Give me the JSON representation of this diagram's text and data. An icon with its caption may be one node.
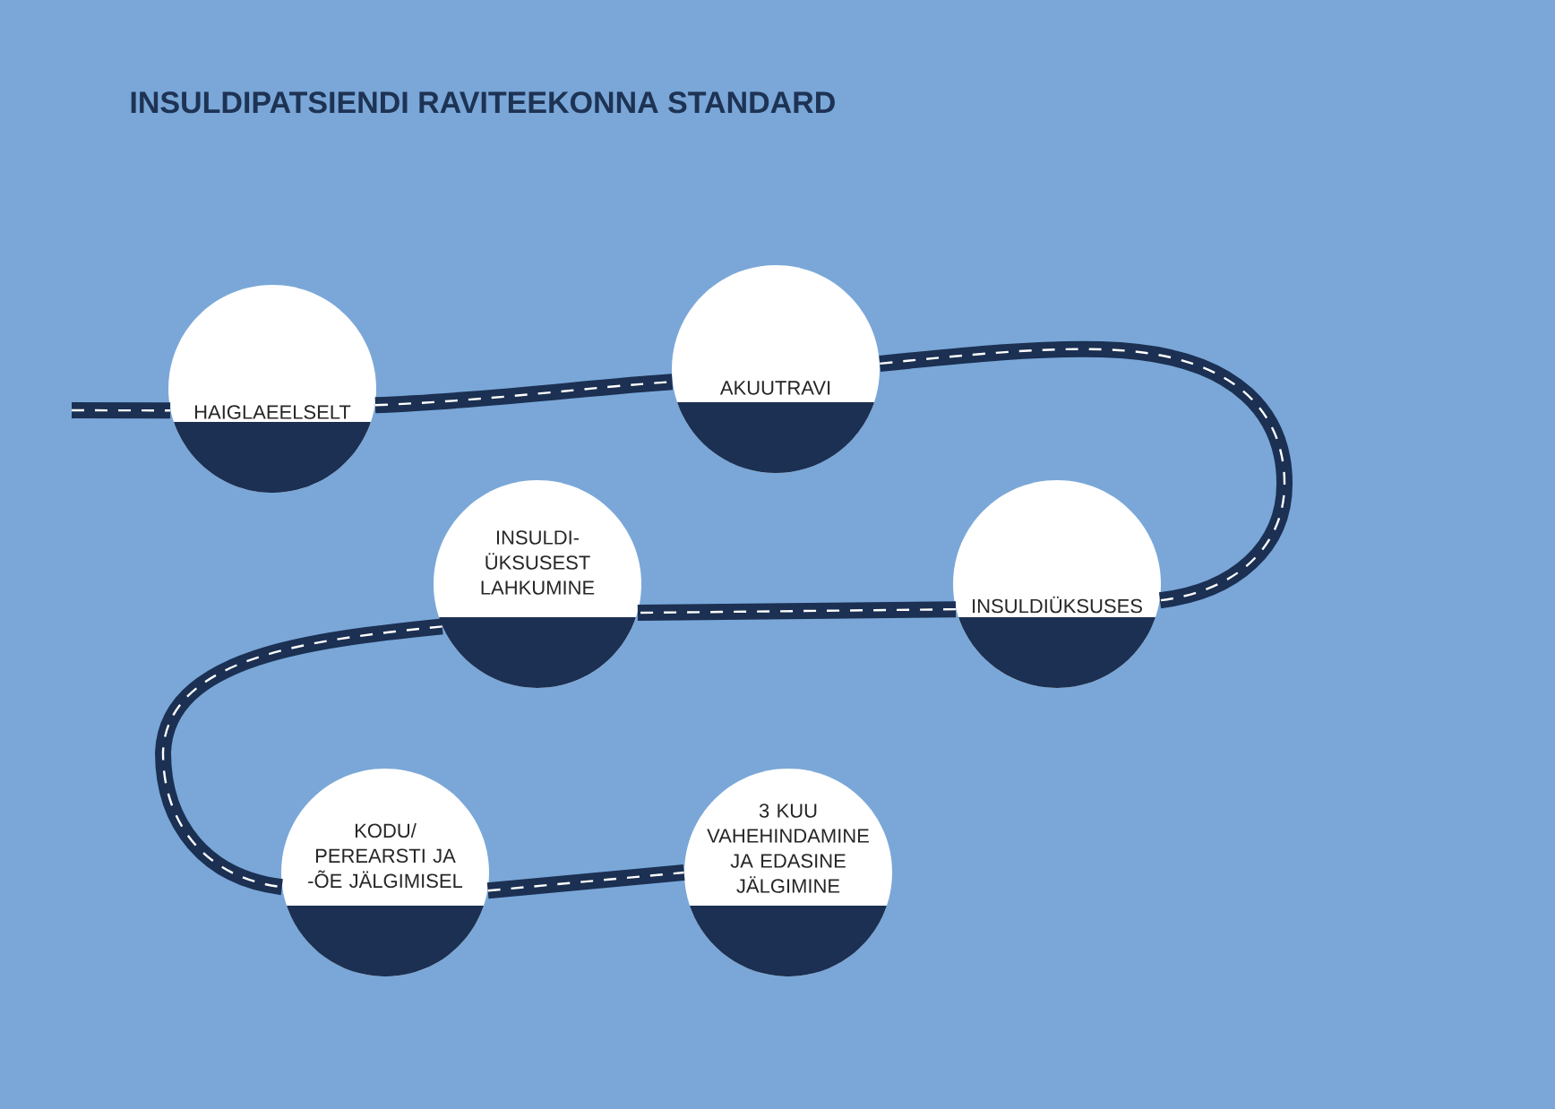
{
  "diagram": {
    "title": "INSULDIPATSIENDI RAVITEEKONNA STANDARD",
    "nodes": [
      {
        "text": [
          "HAIGLAEELSELT"
        ]
      },
      {
        "text": [
          "AKUUTRAVI"
        ]
      },
      {
        "text": [
          "INSULDIÜKSUSES"
        ]
      },
      {
        "text": [
          "INSULDI- ÜKSUSEST LAHKUMINE"
        ]
      },
      {
        "text": [
          "KODU/ PEREARSTI JA -ÕE JÄLGIMISEL"
        ]
      },
      {
        "text": [
          "3 KUU VAHEHINDAMINE JA EDASINE JÄLGIMINE"
        ]
      }
    ],
    "edges": [
      {
        "from": null,
        "to": 0,
        "arrow": "none"
      },
      {
        "from": 0,
        "to": 1,
        "arrow": "none"
      },
      {
        "from": 1,
        "to": 2,
        "arrow": "none"
      },
      {
        "from": 2,
        "to": 3,
        "arrow": "none"
      },
      {
        "from": 3,
        "to": 4,
        "arrow": "none"
      },
      {
        "from": 4,
        "to": 5,
        "arrow": "none"
      }
    ]
  }
}
